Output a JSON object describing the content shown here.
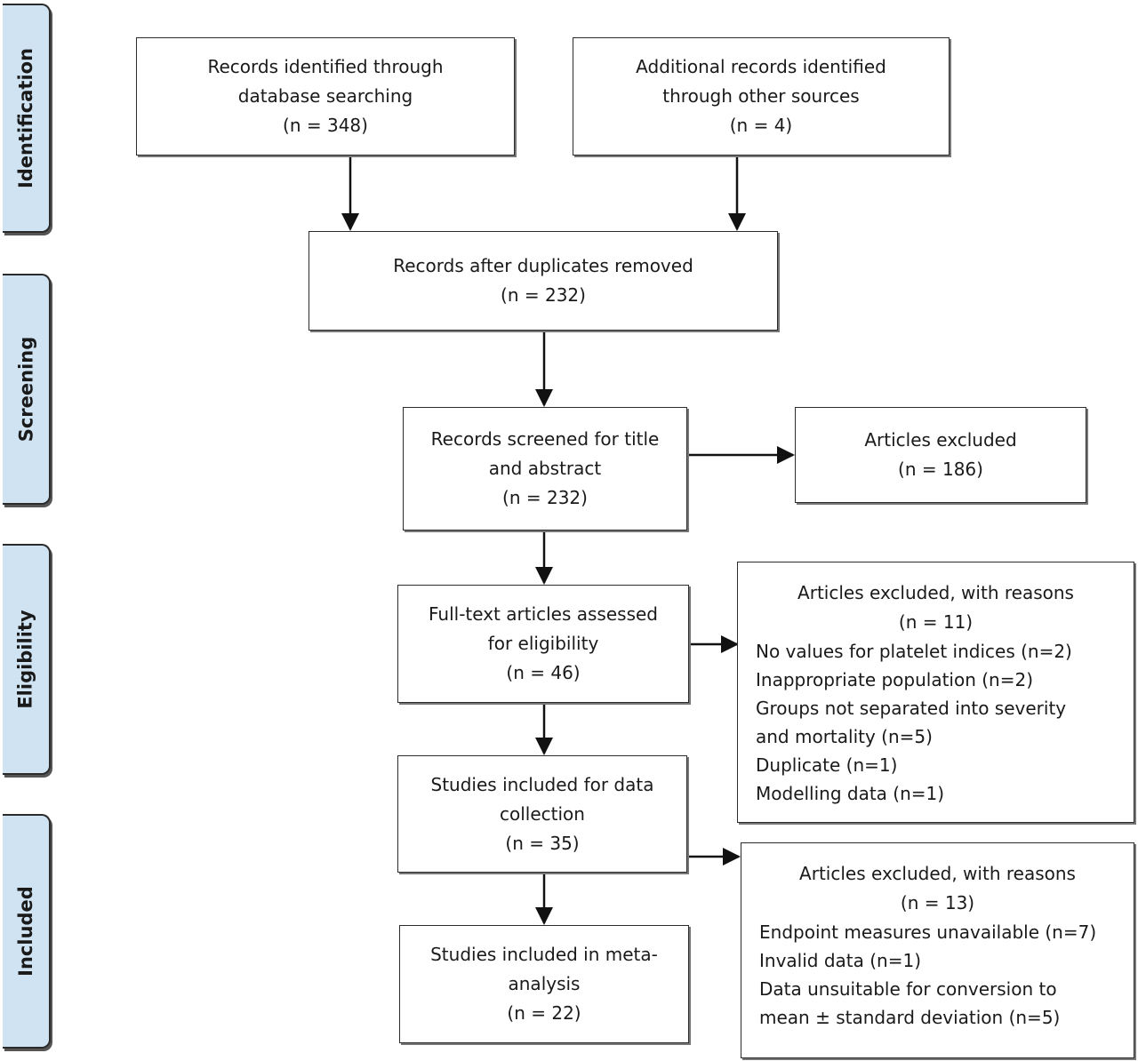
{
  "phases": {
    "identification": "Identification",
    "screening": "Screening",
    "eligibility": "Eligibility",
    "included": "Included"
  },
  "boxes": {
    "database": {
      "line1": "Records identified through",
      "line2": "database searching",
      "count": "(n = 348)"
    },
    "other_sources": {
      "line1": "Additional records identified",
      "line2": "through other sources",
      "count": "(n = 4)"
    },
    "after_duplicates": {
      "line1": "Records after duplicates removed",
      "count": "(n = 232)"
    },
    "screened": {
      "line1": "Records screened for title",
      "line2": "and abstract",
      "count": "(n = 232)"
    },
    "excluded_screening": {
      "line1": "Articles excluded",
      "count": "(n = 186)"
    },
    "full_text": {
      "line1": "Full-text articles assessed",
      "line2": "for eligibility",
      "count": "(n = 46)"
    },
    "excluded_full_text": {
      "title": "Articles excluded, with reasons",
      "count": "(n = 11)",
      "reasons": [
        "No values for platelet indices (n=2)",
        "Inappropriate population (n=2)",
        "Groups not separated into severity",
        "and mortality (n=5)",
        "Duplicate (n=1)",
        "Modelling data (n=1)"
      ]
    },
    "data_collection": {
      "line1": "Studies included for data",
      "line2": "collection",
      "count": "(n = 35)"
    },
    "excluded_data": {
      "title": "Articles excluded, with reasons",
      "count": "(n = 13)",
      "reasons": [
        "Endpoint measures unavailable (n=7)",
        "Invalid data (n=1)",
        "Data unsuitable for conversion to",
        "mean ± standard deviation (n=5)"
      ]
    },
    "meta_analysis": {
      "line1": "Studies included in meta-",
      "line2": "analysis",
      "count": "(n = 22)"
    }
  },
  "colors": {
    "phase_fill": "#cfe3f3",
    "border": "#2b2b2b",
    "arrow": "#111111"
  }
}
